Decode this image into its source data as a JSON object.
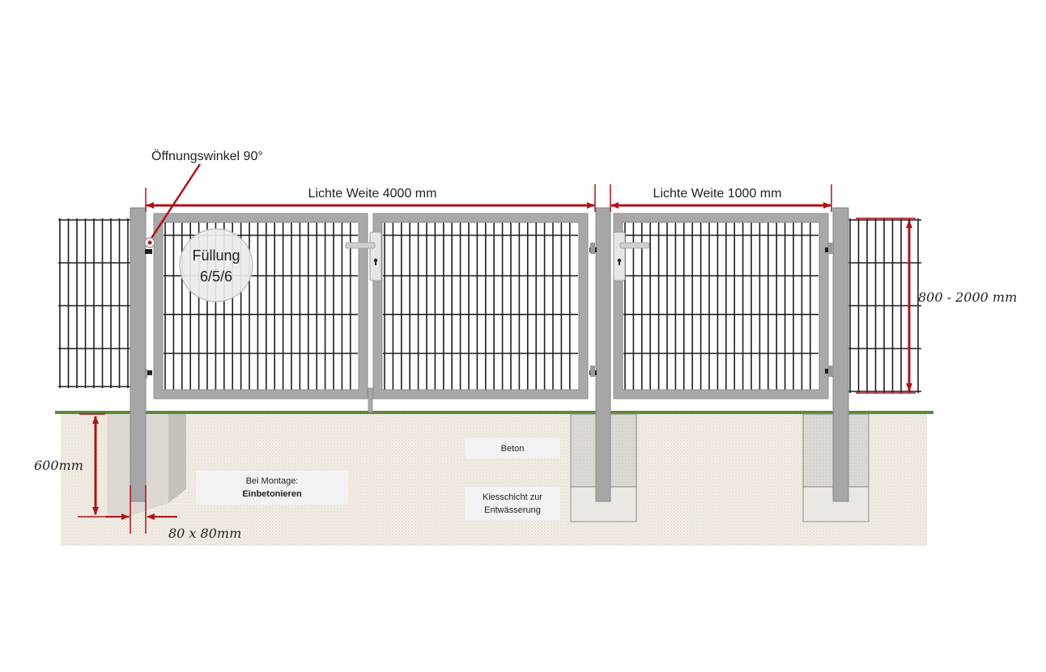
{
  "labels": {
    "opening_angle": "Öffnungswinkel 90°",
    "clear_width_double": "Lichte Weite 4000 mm",
    "clear_width_single": "Lichte Weite 1000 mm",
    "height_range": "800 - 2000 mm",
    "filling_line1": "Füllung",
    "filling_line2": "6/5/6",
    "depth": "600mm",
    "post_size": "80 x 80mm",
    "concrete": "Beton",
    "gravel_line1": "Kiesschicht zur",
    "gravel_line2": "Entwässerung",
    "mount_line1": "Bei Montage:",
    "mount_line2": "Einbetonieren"
  },
  "colors": {
    "frame": "#a9a9a9",
    "post": "#a6a6a6",
    "mesh": "#1e1e1e",
    "dimension": "#b01018",
    "ground_line": "#5a8a3a",
    "soil": "#f3eee6",
    "concrete": "#cfcbc6",
    "gravel": "#e9e6e1"
  }
}
